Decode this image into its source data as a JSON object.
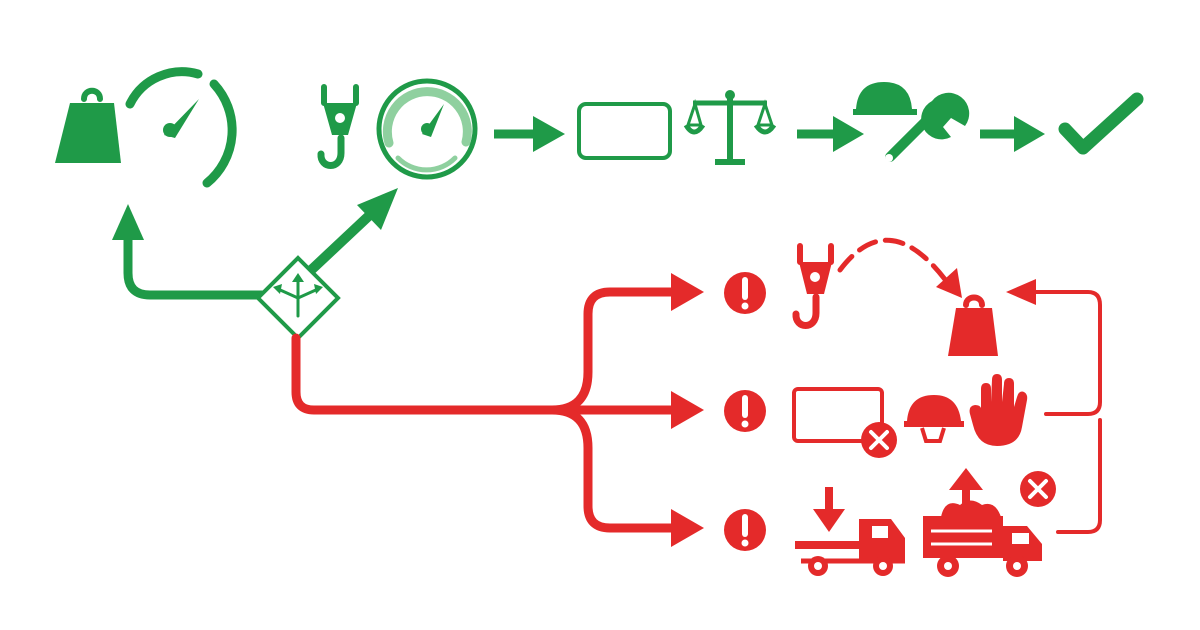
{
  "colors": {
    "background": "#ffffff",
    "success": "#1f9a48",
    "success_light": "#8fd09f",
    "warning": "#e42a2a"
  },
  "diagram": {
    "decision_icon": "branching-arrows-icon",
    "success_path": {
      "color": "success",
      "icons": [
        "weight-icon",
        "gauge-icon",
        "crane-hook-icon",
        "gauge-icon",
        "blank-rectangle-icon",
        "balance-scale-icon",
        "hard-hat-icon",
        "wrench-icon",
        "checkmark-icon"
      ]
    },
    "warning_path": {
      "color": "warning",
      "branches": [
        {
          "name": "top",
          "icons": [
            "alert-icon",
            "crane-hook-icon",
            "dashed-curved-arrow-icon",
            "weight-icon"
          ]
        },
        {
          "name": "middle",
          "icons": [
            "alert-icon",
            "rectangle-cancel-icon",
            "hard-hat-icon",
            "stop-hand-icon"
          ]
        },
        {
          "name": "bottom",
          "icons": [
            "alert-icon",
            "down-arrow-icon",
            "flatbed-truck-icon",
            "loaded-truck-icon",
            "up-arrow-icon",
            "cancel-icon"
          ]
        }
      ],
      "loop_back_target": "weight-icon"
    }
  }
}
